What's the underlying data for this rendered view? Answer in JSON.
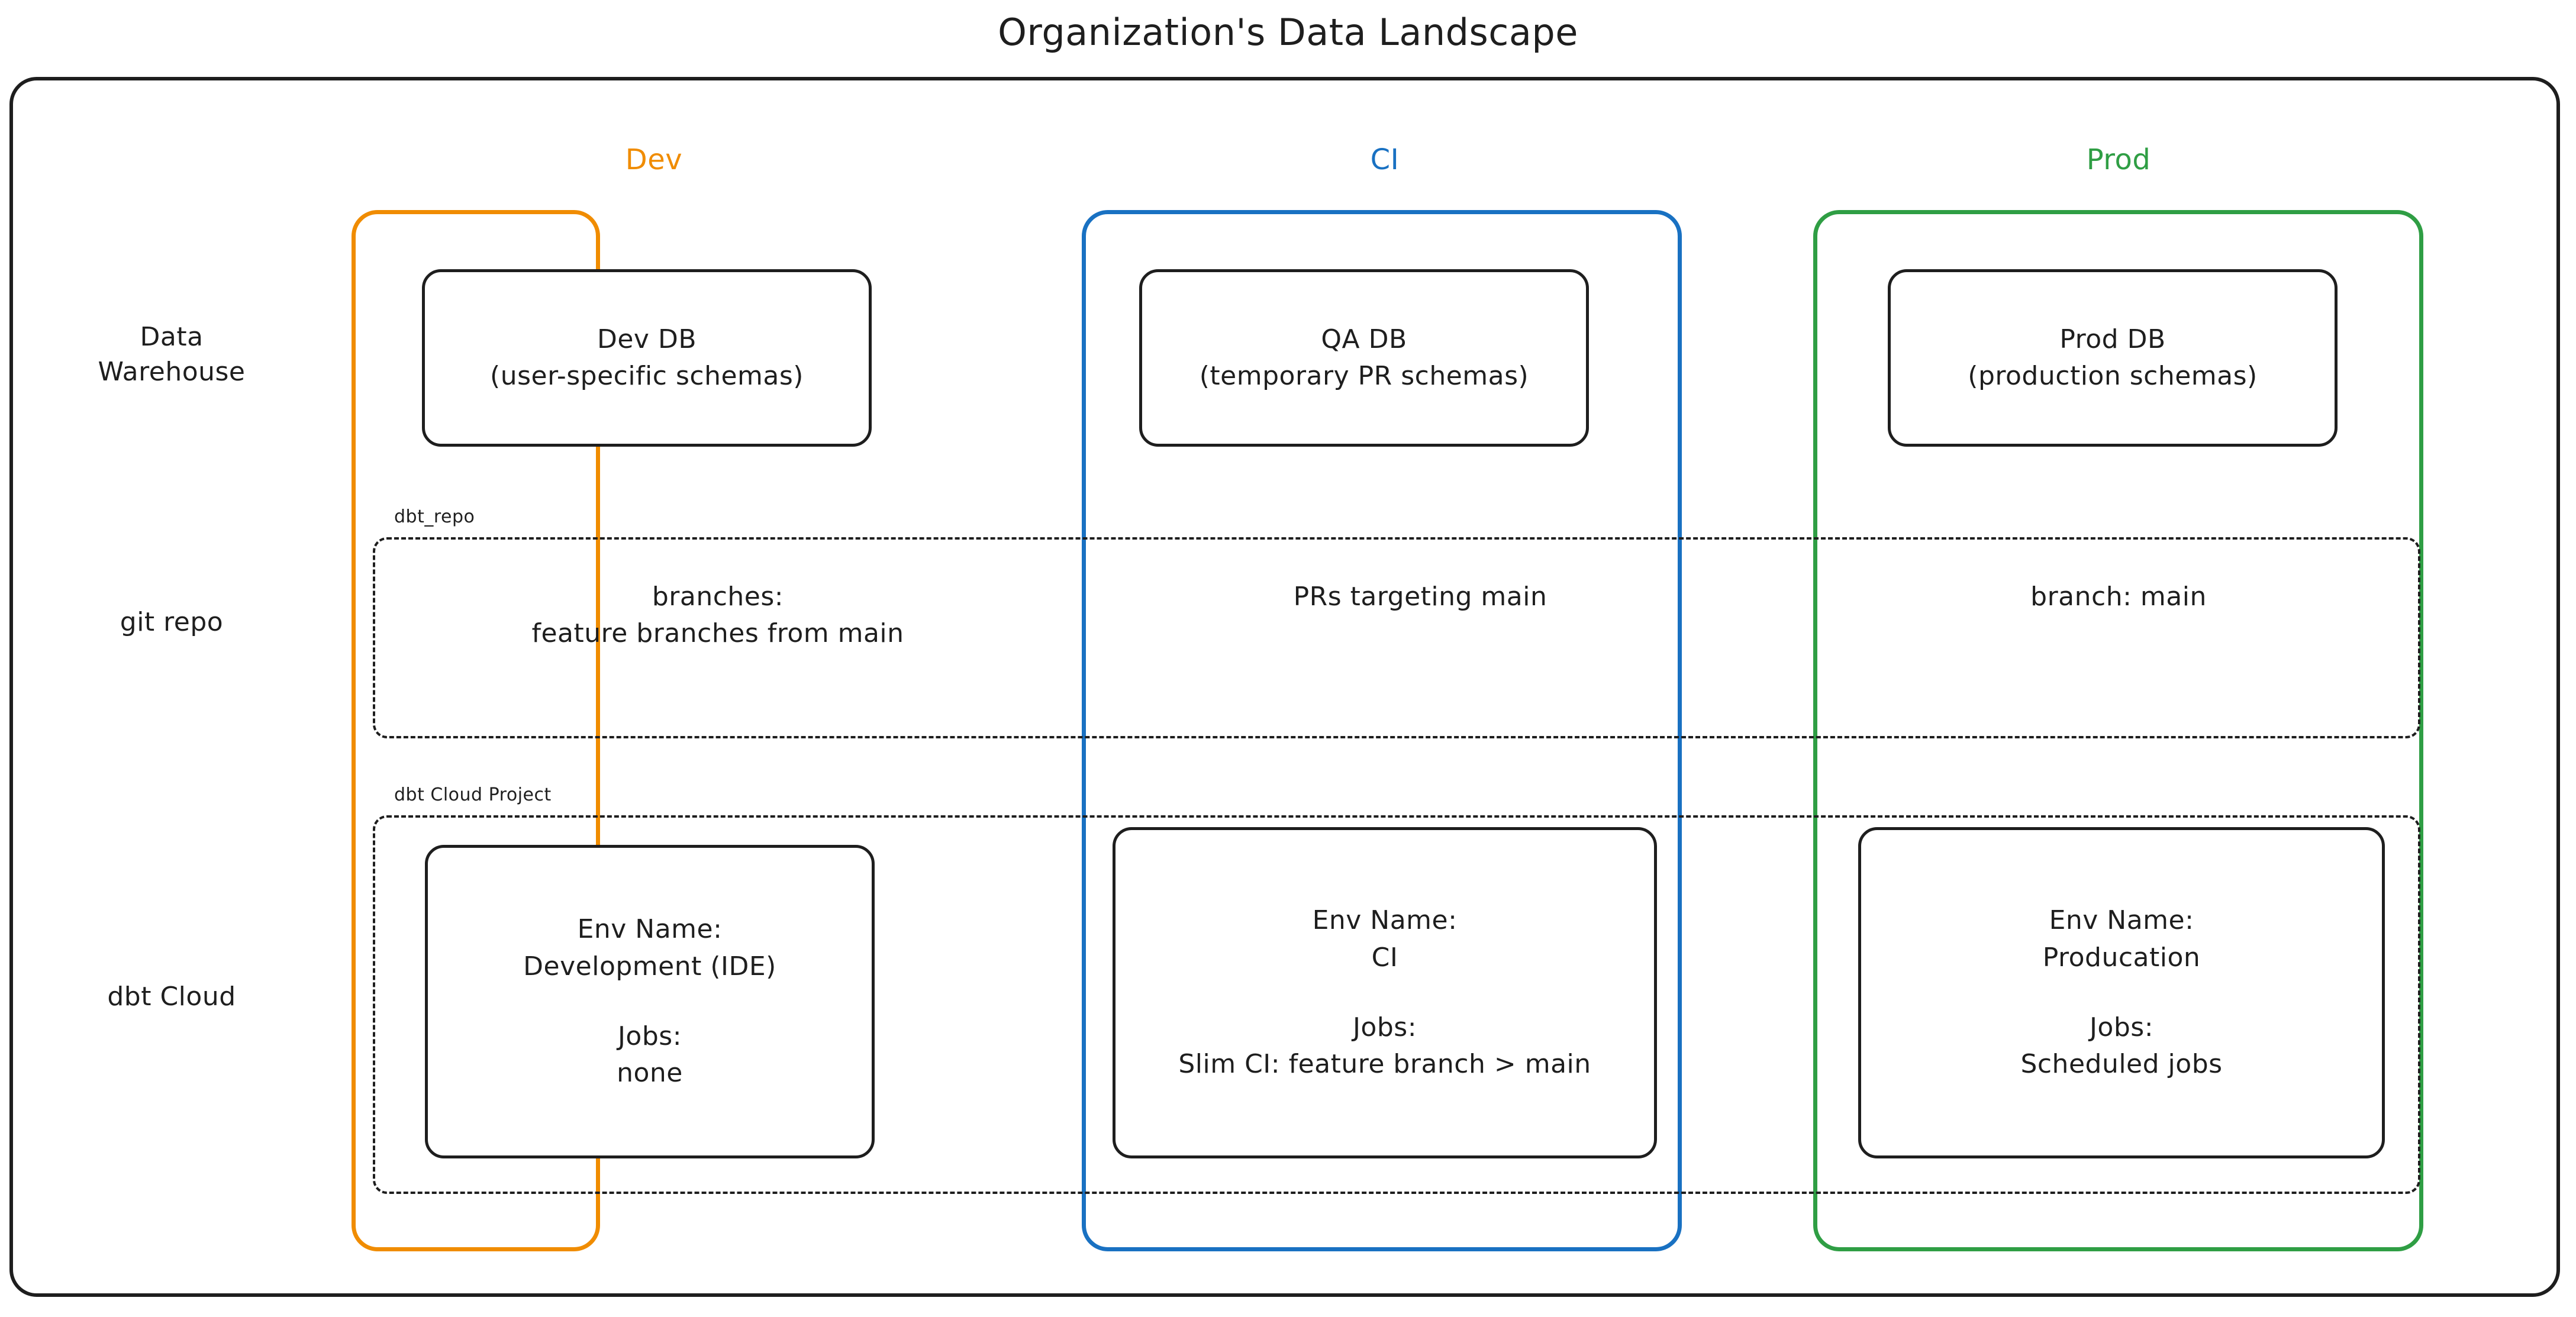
{
  "title": "Organization's Data Landscape",
  "colors": {
    "dev": "#f08c00",
    "ci": "#1971c2",
    "prod": "#2f9e44",
    "ink": "#1e1e1e",
    "background": "#ffffff"
  },
  "columns": [
    {
      "key": "dev",
      "label": "Dev",
      "color": "#f08c00"
    },
    {
      "key": "ci",
      "label": "CI",
      "color": "#1971c2"
    },
    {
      "key": "prod",
      "label": "Prod",
      "color": "#2f9e44"
    }
  ],
  "rows": [
    {
      "key": "data_warehouse",
      "label_line1": "Data",
      "label_line2": "Warehouse"
    },
    {
      "key": "git_repo",
      "label_line1": "git repo",
      "label_line2": ""
    },
    {
      "key": "dbt_cloud",
      "label_line1": "dbt Cloud",
      "label_line2": ""
    }
  ],
  "data_warehouse": {
    "dev": {
      "line1": "Dev DB",
      "line2": "(user-specific schemas)"
    },
    "ci": {
      "line1": "QA DB",
      "line2": "(temporary PR schemas)"
    },
    "prod": {
      "line1": "Prod DB",
      "line2": "(production schemas)"
    }
  },
  "git_repo": {
    "group_label": "dbt_repo",
    "dev": {
      "line1": "branches:",
      "line2": "feature branches from main"
    },
    "ci": {
      "line1": "PRs targeting main",
      "line2": ""
    },
    "prod": {
      "line1": "branch: main",
      "line2": ""
    }
  },
  "dbt_cloud": {
    "group_label": "dbt Cloud Project",
    "dev": {
      "env_name_label": "Env Name:",
      "env_name_value": "Development (IDE)",
      "jobs_label": "Jobs:",
      "jobs_value": "none"
    },
    "ci": {
      "env_name_label": "Env Name:",
      "env_name_value": "CI",
      "jobs_label": "Jobs:",
      "jobs_value": "Slim CI: feature branch > main"
    },
    "prod": {
      "env_name_label": "Env Name:",
      "env_name_value": "Producation",
      "jobs_label": "Jobs:",
      "jobs_value": "Scheduled jobs"
    }
  }
}
